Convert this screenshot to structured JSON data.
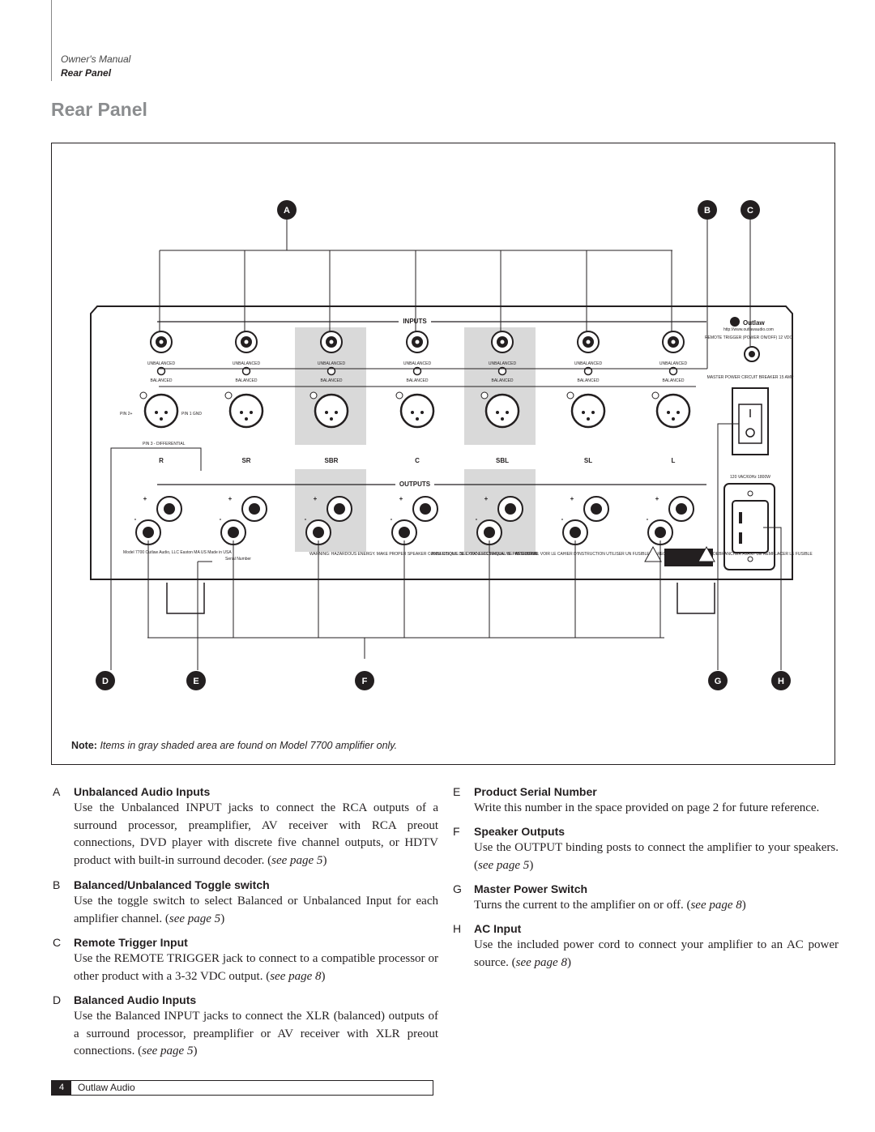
{
  "header": {
    "manual": "Owner's Manual",
    "section": "Rear Panel"
  },
  "title": "Rear Panel",
  "figure": {
    "callouts": [
      "A",
      "B",
      "C",
      "D",
      "E",
      "F",
      "G",
      "H"
    ],
    "panel": {
      "inputs_label": "INPUTS",
      "outputs_label": "OUTPUTS",
      "brand": "Outlaw",
      "url": "http://www.outlawaudio.com",
      "remote_label": "REMOTE TRIGGER (POWER ON/OFF) 12 VDC",
      "breaker_label": "MASTER POWER CIRCUIT BREAKER 15 AMP",
      "power_label": "120 VAC/60Hz  1800W",
      "unbalanced": "UNBALANCED",
      "balanced": "BALANCED",
      "channels": [
        "R",
        "SR",
        "SBR",
        "C",
        "SBL",
        "SL",
        "L"
      ],
      "pin2": "PIN 2+",
      "pin1": "PIN 1 GND",
      "pin3": "PIN 3 - DIFFERENTIAL",
      "model": "Model 7700 Outlaw Audio, LLC Easton MA US Made in USA",
      "serial": "Serial Number",
      "warning": "WARNING: HAZARDOUS ENERGY. MAKE PROPER SPEAKER CONNECTIONS. SEE OWNER'S MANUAL BEFORE USING.",
      "avis": "AVIS: RISQUE DE CHOC ELECTRIQUE NE PAS OUVRIR",
      "attention": "ATTENTION: VOIR LE CAHIER D'INSTRUCTION UTILISER UN FUSIBLE DE RECHANGE DE MEME TYPE DEBRANCHER AVANT DE REMPLACER LE FUSIBLE"
    },
    "note_bold": "Note:",
    "note_text": "Items in gray shaded area are found on Model 7700 amplifier only."
  },
  "sections": [
    {
      "letter": "A",
      "title": "Unbalanced Audio Inputs",
      "body": "Use the Unbalanced INPUT jacks to connect the RCA outputs of a surround processor, preamplifier, AV receiver with RCA preout connections, DVD player with discrete five channel outputs, or HDTV product with built-in surround decoder.",
      "ref": "see page 5"
    },
    {
      "letter": "B",
      "title": "Balanced/Unbalanced Toggle switch",
      "body": "Use the toggle switch to select Balanced or Unbalanced Input for each amplifier channel.",
      "ref": "see page 5"
    },
    {
      "letter": "C",
      "title": "Remote Trigger Input",
      "body": "Use the REMOTE TRIGGER jack to connect to a compatible processor or other product with a 3-32 VDC output.",
      "ref": "see page 8"
    },
    {
      "letter": "D",
      "title": "Balanced Audio Inputs",
      "body": "Use the Balanced INPUT jacks to connect the XLR (balanced) outputs of a surround processor, preamplifier or AV receiver with XLR preout connections.",
      "ref": "see page 5"
    },
    {
      "letter": "E",
      "title": "Product Serial Number",
      "body": "Write this number in the space provided on page 2 for future reference.",
      "ref": ""
    },
    {
      "letter": "F",
      "title": "Speaker Outputs",
      "body": "Use the OUTPUT binding posts to connect the amplifier to your speakers.",
      "ref": "see page 5"
    },
    {
      "letter": "G",
      "title": "Master Power Switch",
      "body": "Turns the current to the amplifier on or off.",
      "ref": "see page 8"
    },
    {
      "letter": "H",
      "title": "AC Input",
      "body": "Use the included power cord to connect your amplifier to an AC power source.",
      "ref": "see page 8"
    }
  ],
  "footer": {
    "page": "4",
    "text": "Outlaw Audio"
  }
}
